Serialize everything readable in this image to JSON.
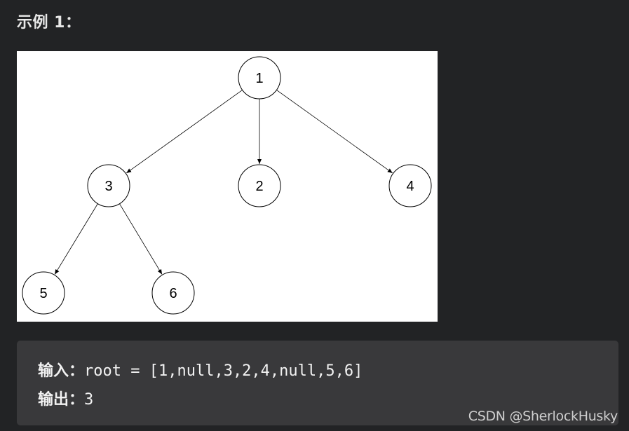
{
  "heading": "示例 1：",
  "tree": {
    "nodes": [
      {
        "id": "1",
        "label": "1"
      },
      {
        "id": "3",
        "label": "3"
      },
      {
        "id": "2",
        "label": "2"
      },
      {
        "id": "4",
        "label": "4"
      },
      {
        "id": "5",
        "label": "5"
      },
      {
        "id": "6",
        "label": "6"
      }
    ],
    "edges": [
      {
        "from": "1",
        "to": "3"
      },
      {
        "from": "1",
        "to": "2"
      },
      {
        "from": "1",
        "to": "4"
      },
      {
        "from": "3",
        "to": "5"
      },
      {
        "from": "3",
        "to": "6"
      }
    ]
  },
  "example": {
    "input_label": "输入：",
    "input_value": "root = [1,null,3,2,4,null,5,6]",
    "output_label": "输出：",
    "output_value": "3"
  },
  "watermark": "CSDN @SherlockHusky"
}
